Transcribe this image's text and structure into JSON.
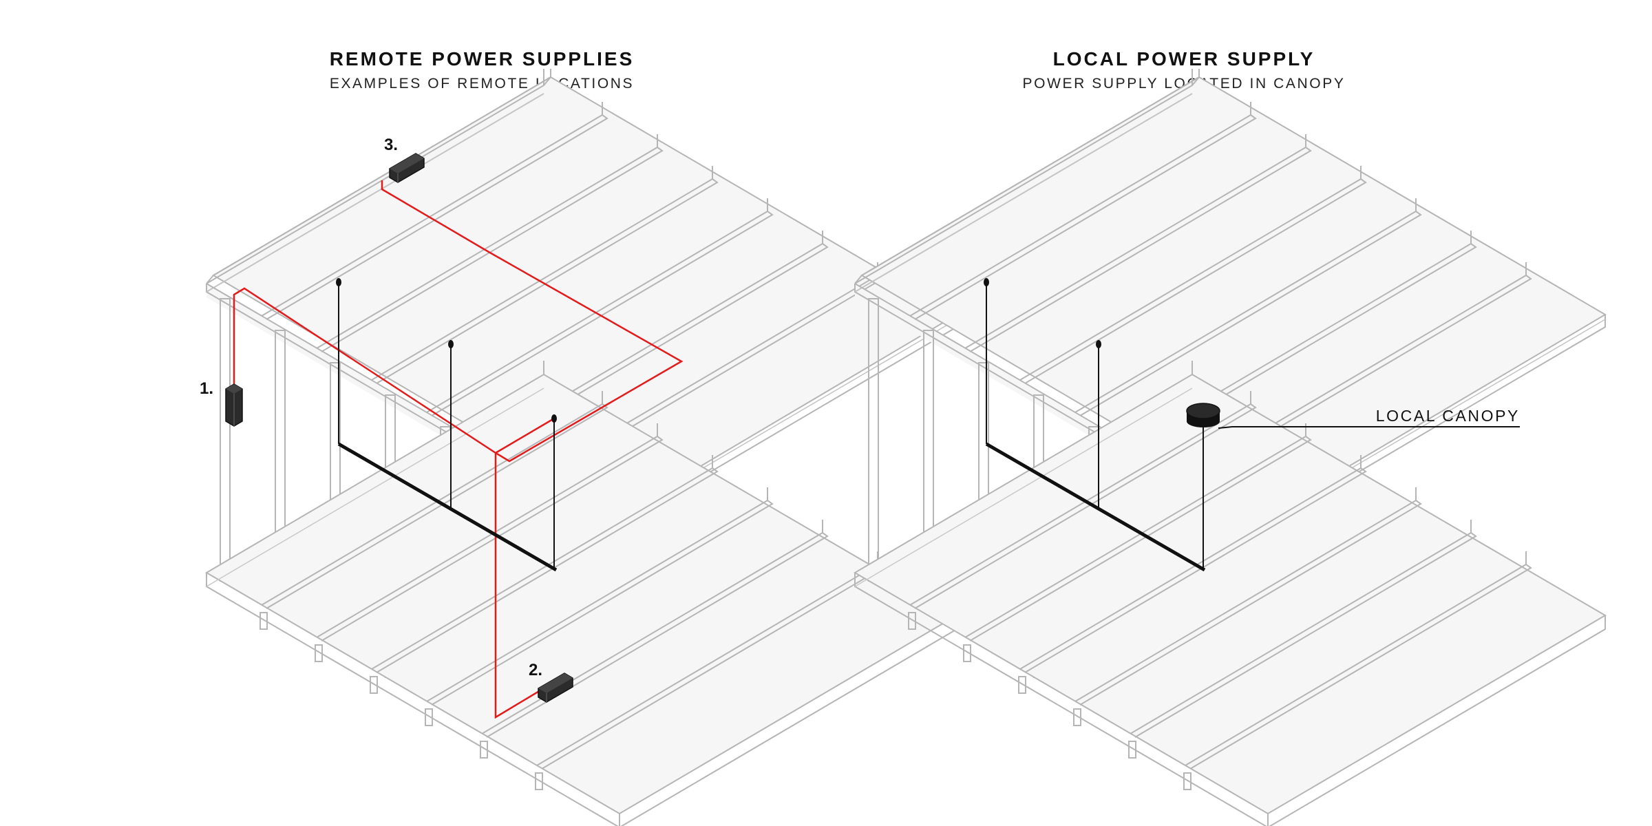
{
  "left_panel": {
    "title": "REMOTE POWER SUPPLIES",
    "subtitle": "EXAMPLES OF REMOTE LOCATIONS",
    "markers": {
      "one": "1.",
      "two": "2.",
      "three": "3."
    }
  },
  "right_panel": {
    "title": "LOCAL POWER SUPPLY",
    "subtitle": "POWER SUPPLY LOCATED IN CANOPY",
    "callout": "LOCAL CANOPY"
  },
  "colors": {
    "structure": "#b5b5b5",
    "panel_fill": "#f6f6f6",
    "wire": "#e31b1b",
    "pendant": "#111111"
  }
}
